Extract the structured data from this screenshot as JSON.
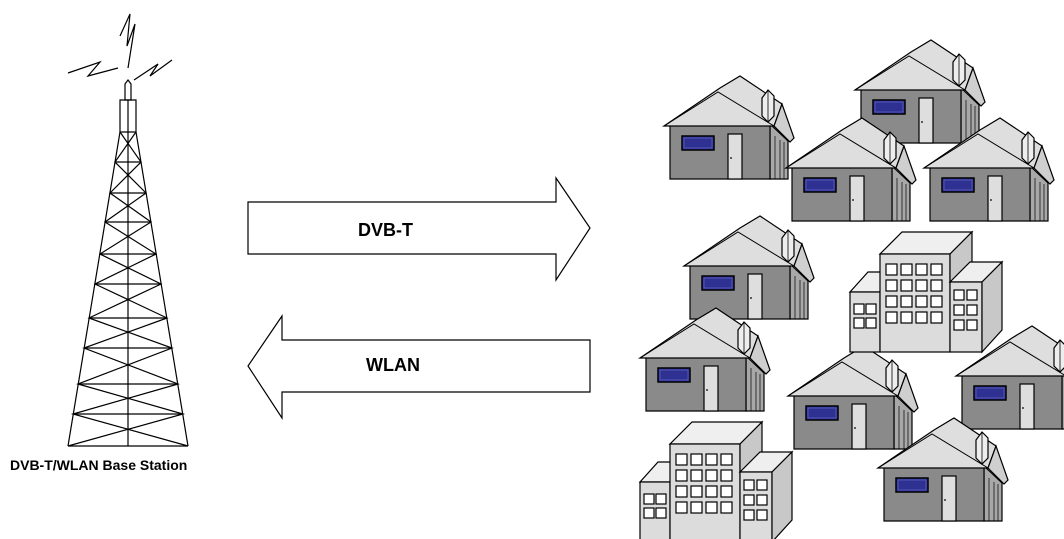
{
  "labels": {
    "base_station": "DVB-T/WLAN Base Station",
    "downlink": "DVB-T",
    "uplink": "WLAN"
  },
  "colors": {
    "background": "#ffffff",
    "line": "#000000",
    "house_wall": "#8a8a8a",
    "house_wall_shadow": "#9c9c9c",
    "house_roof": "#dedede",
    "window": "#2e3192",
    "door": "#dedede",
    "building_front": "#dcdcdc",
    "building_top": "#efefef",
    "building_side": "#c8c8c8"
  },
  "icons": {
    "tower": "transmission-tower-icon",
    "signal": "radio-signal-icon",
    "house": "house-icon",
    "building": "office-building-icon"
  }
}
